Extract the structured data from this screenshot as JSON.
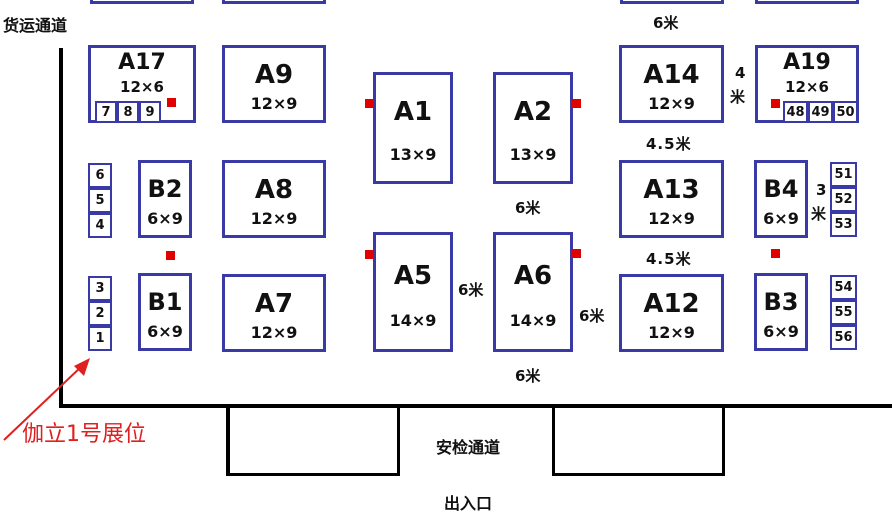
{
  "labels": {
    "freight_passage": "货运通道",
    "security_passage": "安检通道",
    "entrance": "出入口",
    "callout": "伽立1号展位"
  },
  "booths": {
    "A17": {
      "name": "A17",
      "size": "12×6",
      "sub": [
        "7",
        "8",
        "9"
      ]
    },
    "A9": {
      "name": "A9",
      "size": "12×9"
    },
    "A1": {
      "name": "A1",
      "size": "13×9"
    },
    "A2": {
      "name": "A2",
      "size": "13×9"
    },
    "A14": {
      "name": "A14",
      "size": "12×9"
    },
    "A19": {
      "name": "A19",
      "size": "12×6",
      "sub": [
        "48",
        "49",
        "50"
      ]
    },
    "B2": {
      "name": "B2",
      "size": "6×9"
    },
    "A8": {
      "name": "A8",
      "size": "12×9"
    },
    "A13": {
      "name": "A13",
      "size": "12×9"
    },
    "B4": {
      "name": "B4",
      "size": "6×9"
    },
    "B1": {
      "name": "B1",
      "size": "6×9"
    },
    "A7": {
      "name": "A7",
      "size": "12×9"
    },
    "A5": {
      "name": "A5",
      "size": "14×9"
    },
    "A6": {
      "name": "A6",
      "size": "14×9"
    },
    "A12": {
      "name": "A12",
      "size": "12×9"
    },
    "B3": {
      "name": "B3",
      "size": "6×9"
    }
  },
  "small_stacks": {
    "left_top": [
      "6",
      "5",
      "4"
    ],
    "left_bottom": [
      "3",
      "2",
      "1"
    ],
    "right_top": [
      "51",
      "52",
      "53"
    ],
    "right_bottom": [
      "54",
      "55",
      "56"
    ]
  },
  "distances": {
    "top_6m": "6米",
    "d4": "4",
    "d4_unit": "米",
    "a14_a13": "4.5米",
    "a2_a6": "6米",
    "d3": "3",
    "d3_unit": "米",
    "a13_a12": "4.5米",
    "a5_a6": "6米",
    "a6_a12": "6米",
    "bottom_6m": "6米"
  },
  "colors": {
    "booth_border": "#3a3aa6",
    "marker": "#e00000",
    "arrow": "#e02020",
    "callout": "#e02020"
  }
}
